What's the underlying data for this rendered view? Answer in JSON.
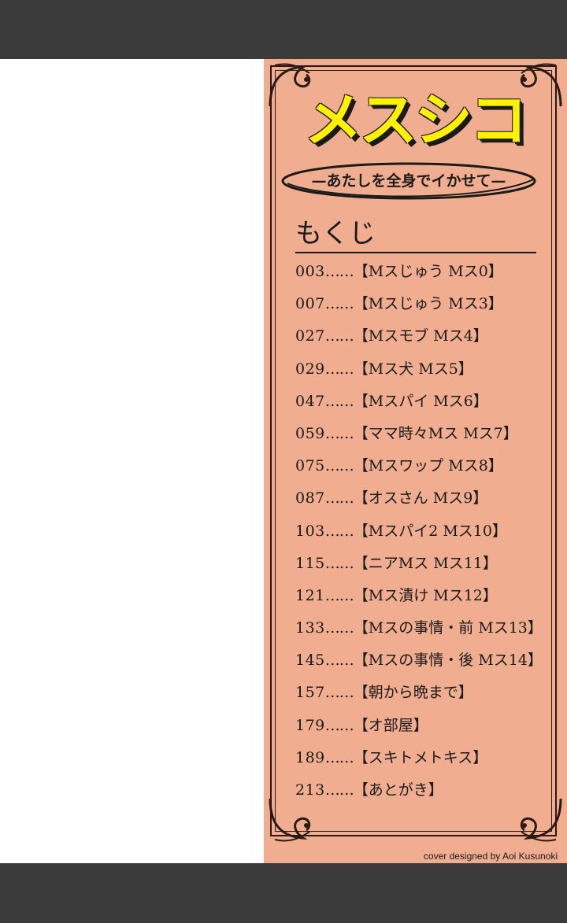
{
  "book": {
    "title": "メスシコ",
    "subtitle": "—あたしを全身でイかせて—",
    "toc_heading": "もくじ",
    "credit": "cover designed by Aoi Kusunoki"
  },
  "toc": [
    {
      "page": "003",
      "dots": "……",
      "chapter": "【Mスじゅう Mス0】"
    },
    {
      "page": "007",
      "dots": "……",
      "chapter": "【Mスじゅう Mス3】"
    },
    {
      "page": "027",
      "dots": "……",
      "chapter": "【Mスモブ Mス4】"
    },
    {
      "page": "029",
      "dots": "……",
      "chapter": "【Mス犬 Mス5】"
    },
    {
      "page": "047",
      "dots": "……",
      "chapter": "【Mスパイ Mス6】"
    },
    {
      "page": "059",
      "dots": "……",
      "chapter": "【ママ時々Mス Mス7】"
    },
    {
      "page": "075",
      "dots": "……",
      "chapter": "【Mスワップ Mス8】"
    },
    {
      "page": "087",
      "dots": "……",
      "chapter": "【オスさん Mス9】"
    },
    {
      "page": "103",
      "dots": "……",
      "chapter": "【Mスパイ2 Mス10】"
    },
    {
      "page": "115",
      "dots": "……",
      "chapter": "【ニアMス Mス11】"
    },
    {
      "page": "121",
      "dots": "……",
      "chapter": "【Mス漬け Mス12】"
    },
    {
      "page": "133",
      "dots": "……",
      "chapter": "【Mスの事情・前 Mス13】"
    },
    {
      "page": "145",
      "dots": "……",
      "chapter": "【Mスの事情・後 Mス14】"
    },
    {
      "page": "157",
      "dots": "……",
      "chapter": "【朝から晩まで】"
    },
    {
      "page": "179",
      "dots": "……",
      "chapter": "【オ部屋】"
    },
    {
      "page": "189",
      "dots": "……",
      "chapter": "【スキトメトキス】"
    },
    {
      "page": "213",
      "dots": "……",
      "chapter": "【あとがき】"
    }
  ],
  "colors": {
    "viewer_bar": "#3b3b3b",
    "cover_background": "#f0ad90",
    "title_fill": "#fff200",
    "ink": "#1a1a1a"
  },
  "icons": [
    "flourish-ornament-icon"
  ]
}
